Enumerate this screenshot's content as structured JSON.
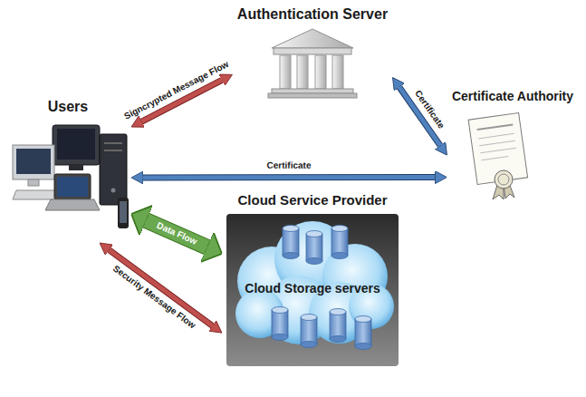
{
  "diagram": {
    "nodes": [
      {
        "text": [
          "Authentication Server"
        ]
      },
      {
        "text": [
          "Users"
        ]
      },
      {
        "text": [
          "Certificate Authority"
        ]
      },
      {
        "text": [
          "Cloud Service Provider",
          "Cloud Storage servers"
        ]
      }
    ],
    "edges": [
      {
        "from": 0,
        "to": 1,
        "label": "Signcrypted Message Flow",
        "arrow": "both"
      },
      {
        "from": 0,
        "to": 2,
        "label": "Certificate",
        "arrow": "both"
      },
      {
        "from": 1,
        "to": 2,
        "label": "Certificate",
        "arrow": "both"
      },
      {
        "from": 1,
        "to": 3,
        "label": "Data Flow",
        "arrow": "both"
      },
      {
        "from": 1,
        "to": 3,
        "label": "Security Message Flow",
        "arrow": "both"
      }
    ]
  }
}
